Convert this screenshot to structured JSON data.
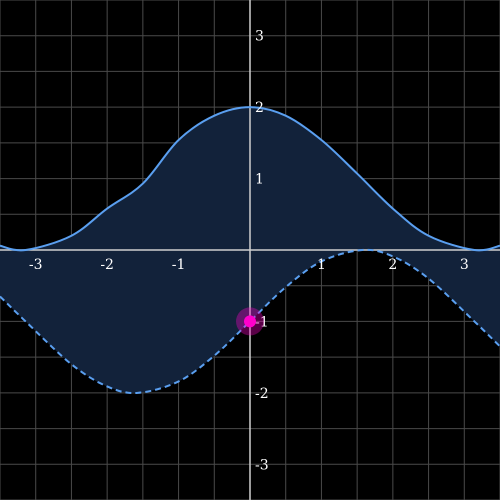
{
  "chart_data": {
    "type": "line",
    "title": "",
    "xlabel": "",
    "ylabel": "",
    "xlim": [
      -3.5,
      3.5
    ],
    "ylim": [
      -3.5,
      3.5
    ],
    "grid": true,
    "x_ticks": [
      -3,
      -2,
      -1,
      1,
      2,
      3
    ],
    "y_ticks": [
      -3,
      -2,
      -1,
      1,
      2,
      3
    ],
    "x_tick_labels": [
      "-3",
      "-2",
      "-1",
      "1",
      "2",
      "3"
    ],
    "y_tick_labels": [
      "-3",
      "-2",
      "-1",
      "1",
      "2",
      "3"
    ],
    "series": [
      {
        "style": "solid",
        "color": "#5a9ff0",
        "x": [
          -3.5,
          -3.14159,
          -2.5,
          -2.0,
          -1.5,
          -1.0,
          -0.5,
          0.0,
          0.5,
          1.0,
          1.5,
          2.0,
          2.5,
          3.14159,
          3.5
        ],
        "y": [
          0.06,
          0.0,
          0.2,
          0.58,
          0.93,
          1.54,
          1.88,
          2.0,
          1.88,
          1.54,
          1.07,
          0.58,
          0.2,
          0.0,
          0.06
        ]
      },
      {
        "style": "dashed",
        "color": "#5a9ff0",
        "x": [
          -3.5,
          -3.14159,
          -2.5,
          -2.0,
          -1.5708,
          -1.0,
          -0.5,
          0.0,
          0.5,
          1.0,
          1.5708,
          2.0,
          2.5,
          3.14159,
          3.5
        ],
        "y": [
          -0.65,
          -1.0,
          -1.6,
          -1.91,
          -2.0,
          -1.84,
          -1.48,
          -1.0,
          -0.52,
          -0.16,
          0.0,
          -0.09,
          -0.4,
          -1.0,
          -1.35
        ]
      }
    ],
    "shaded_region": {
      "between": [
        "solid",
        "dashed"
      ],
      "color": "#12223a"
    },
    "highlight_point": {
      "x": 0,
      "y": -1,
      "color": "#ff00cc"
    }
  }
}
